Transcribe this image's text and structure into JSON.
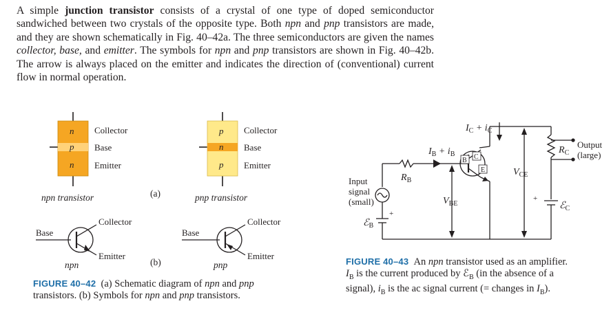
{
  "paragraph": {
    "t1": "A simple ",
    "bold1": "junction transistor",
    "t2": " consists of a crystal of one type of doped semiconductor sandwiched between two crystals of the opposite type. Both ",
    "i1": "npn",
    "t3": " and ",
    "i2": "pnp",
    "t4": " transistors are made, and they are shown schematically in Fig. 40–42a. The three semiconductors are given the names ",
    "i3": "collector, base,",
    "t5": " and ",
    "i4": "emitter",
    "t6": ". The symbols for ",
    "i5": "npn",
    "t7": " and ",
    "i6": "pnp",
    "t8": " transistors are shown in Fig. 40–42b. The arrow is always placed on the emitter and indicates the direction of (conventional) current flow in normal operation."
  },
  "fig42": {
    "npn_layers": [
      "n",
      "p",
      "n"
    ],
    "pnp_layers": [
      "p",
      "n",
      "p"
    ],
    "collector": "Collector",
    "base": "Base",
    "emitter": "Emitter",
    "npn_label": "npn transistor",
    "pnp_label": "pnp transistor",
    "part_a": "(a)",
    "part_b": "(b)",
    "sym_base": "Base",
    "sym_collector": "Collector",
    "sym_emitter": "Emitter",
    "npn": "npn",
    "pnp": "pnp",
    "caption_label": "FIGURE 40–42",
    "caption_t1": "(a) Schematic diagram of ",
    "caption_i1": "npn",
    "caption_t2": " and ",
    "caption_i2": "pnp",
    "caption_t3": " transistors. (b) Symbols for ",
    "caption_i3": "npn",
    "caption_t4": " and ",
    "caption_i4": "pnp",
    "caption_t5": " transistors."
  },
  "fig43": {
    "ic_label": "I",
    "ic_sub": "C",
    "ic_plus": " + i",
    "ic_sub2": "C",
    "ib_label": "I",
    "ib_sub": "B",
    "ib_plus": " + i",
    "ib_sub2": "B",
    "rb": "R",
    "rb_sub": "B",
    "rc": "R",
    "rc_sub": "C",
    "b": "B",
    "c": "C",
    "e": "E",
    "vce": "V",
    "vce_sub": "CE",
    "vbe": "V",
    "vbe_sub": "BE",
    "input1": "Input",
    "input2": "signal",
    "input3": "(small)",
    "output1": "Output",
    "output2": "(large)",
    "eb": "ℰ",
    "eb_sub": "B",
    "ec": "ℰ",
    "ec_sub": "C",
    "caption_label": "FIGURE 40–43",
    "caption_t1": "An ",
    "caption_i1": "npn",
    "caption_t2": " transistor used as an amplifier.",
    "caption_l2a": "I",
    "caption_l2a_sub": "B",
    "caption_l2b": " is the current produced by ℰ",
    "caption_l2b_sub": "B",
    "caption_l2c": " (in the absence of a",
    "caption_l3a": "signal), ",
    "caption_l3b": "i",
    "caption_l3b_sub": "B",
    "caption_l3c": " is the ac signal current (= changes in ",
    "caption_l3d": "I",
    "caption_l3d_sub": "B",
    "caption_l3e": ")."
  },
  "colors": {
    "orange": "#f5a623",
    "light_orange": "#ffd27a",
    "yellow": "#ffe98a",
    "caption_blue": "#1f6fa8"
  }
}
